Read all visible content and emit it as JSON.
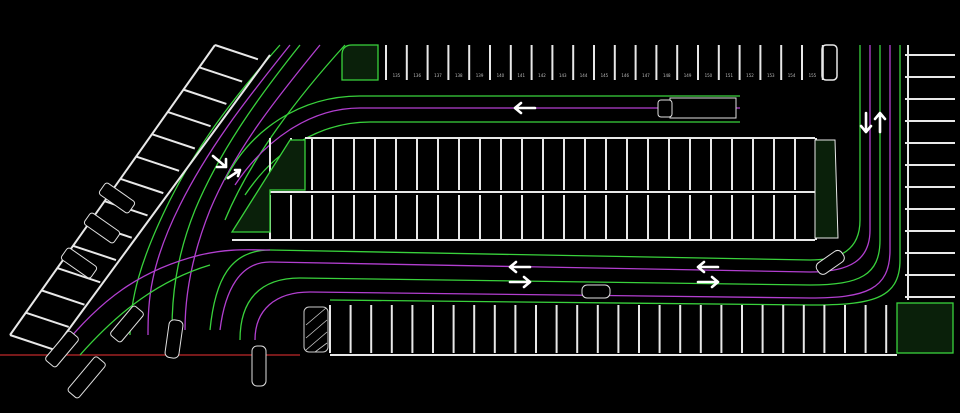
{
  "drawing": {
    "top_row_stall_numbers": [
      "135",
      "136",
      "137",
      "138",
      "139",
      "140",
      "141",
      "142",
      "143",
      "144",
      "145",
      "146",
      "147",
      "148",
      "149",
      "150",
      "151",
      "152",
      "153",
      "154",
      "155"
    ],
    "colors": {
      "background": "#000000",
      "stall_lines": "#e8e8e8",
      "drive_path_green": "#39d23c",
      "drive_path_magenta": "#b23fd0",
      "boundary_red": "#c0282a"
    },
    "icons": [
      "direction-arrow-icon",
      "car-icon",
      "truck-icon",
      "planter-island-icon",
      "hatched-no-parking-icon"
    ]
  }
}
